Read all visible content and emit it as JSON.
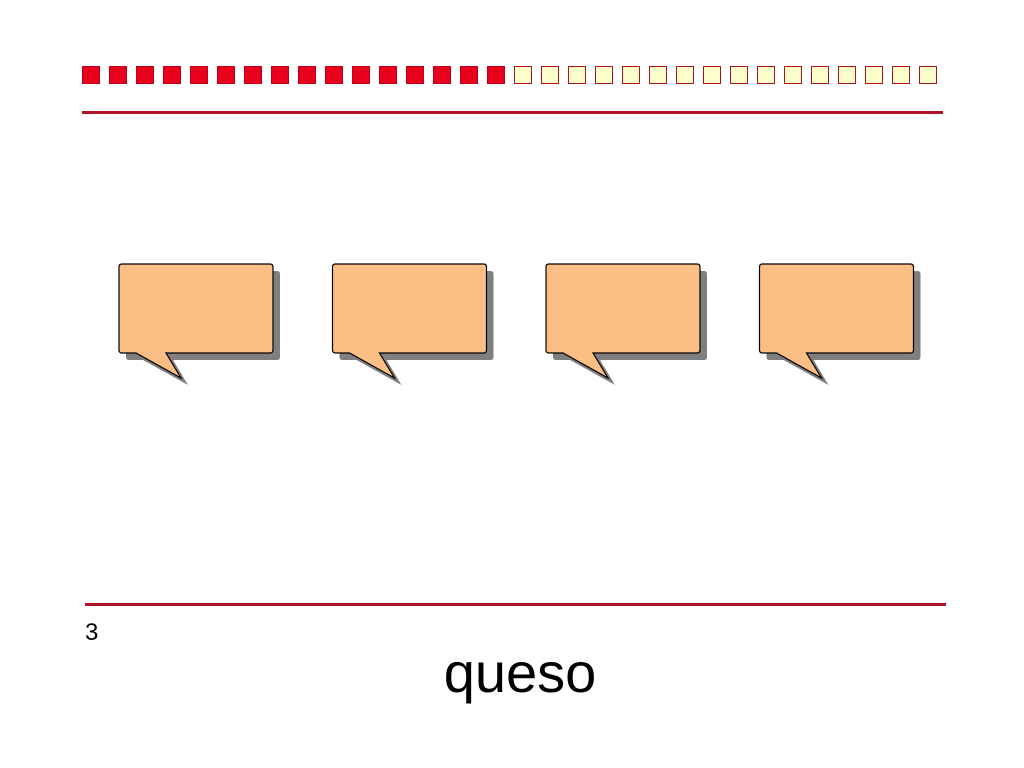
{
  "progress": {
    "filled_count": 16,
    "total_count": 32,
    "filled_color": "#e8001c",
    "empty_color": "#ffffcc",
    "border_color": "#b0121c"
  },
  "rule_color": "#b0142a",
  "bubbles": {
    "count": 4,
    "fill_color": "#fbbf85",
    "shadow_color": "#7f7f7f",
    "icon": "speech-bubble-icon"
  },
  "slide": {
    "number": "3",
    "word": "queso"
  }
}
